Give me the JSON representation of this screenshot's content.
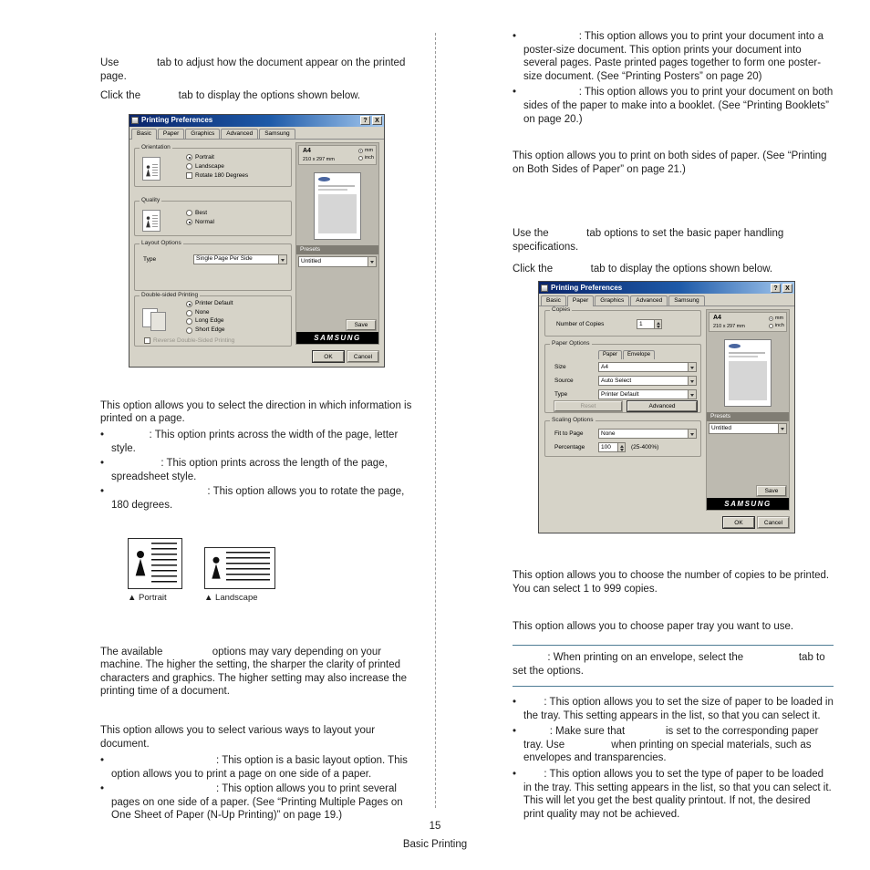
{
  "chars": {
    "bullet": "•"
  },
  "footer": {
    "page_number": "15",
    "page_title": "Basic Printing"
  },
  "figures": {
    "portrait_label": "▲ Portrait",
    "landscape_label": "▲ Landscape"
  },
  "left": {
    "intro1": "Use             tab to adjust how the document appear on the printed page.",
    "intro2": "Click the             tab to display the options shown below.",
    "orientation_text": "This option allows you to select the direction in which information is printed on a page.",
    "orientation_bullets": [
      "             : This option prints across the width of the page, letter style.",
      "                 : This option prints across the length of the page, spreadsheet style.",
      "                                 : This option allows you to rotate the page, 180 degrees."
    ],
    "quality_text": "The available                 options may vary depending on your machine. The higher the setting, the sharper the clarity of printed characters and graphics. The higher setting may also increase the printing time of a document.",
    "layout_text": "This option allows you to select various ways to layout your document.",
    "layout_bullets": [
      "                                    : This option is a basic layout option. This option allows you to print a page on one side of a paper.",
      "                                    : This option allows you to print several pages on one side of a paper. (See “Printing Multiple Pages on One Sheet of Paper (N-Up Printing)” on page 19.)"
    ]
  },
  "right": {
    "poster_bullets": [
      "                   : This option allows you to print your document into a poster-size document. This option prints your document into several pages. Paste printed pages together to form one poster-size document. (See “Printing Posters” on page 20)",
      "                   : This option allows you to print your document on both sides of the paper to make into a booklet. (See “Printing Booklets” on page 20.)"
    ],
    "duplex_text": "This option allows you to print on both sides of paper. (See “Printing on Both Sides of Paper” on page 21.)",
    "paper_intro1": "Use the             tab options to set the basic paper handling specifications.",
    "paper_intro2": "Click the             tab to display the options shown below.",
    "copies_text": "This option allows you to choose the number of copies to be printed. You can select 1 to 999 copies.",
    "source_text": "This option allows you to choose paper tray you want to use.",
    "note_text": "            : When printing on an envelope, select the                   tab to set the options.",
    "paper_bullets": [
      "       : This option allows you to set the size of paper to be loaded in the tray. This setting appears in the list, so that you can select it.",
      "         : Make sure that              is set to the corresponding paper tray. Use                when printing on special materials, such as envelopes and transparencies.",
      "       : This option allows you to set the type of paper to be loaded in the tray. This setting appears in the list, so that you can select it. This will let you get the best quality printout. If not, the desired print quality may not be achieved."
    ]
  },
  "dialog_common": {
    "title": "Printing Preferences",
    "help_glyph": "?",
    "close_glyph": "X",
    "tabs": [
      "Basic",
      "Paper",
      "Graphics",
      "Advanced",
      "Samsung"
    ],
    "ok": "OK",
    "cancel": "Cancel",
    "preview": {
      "paper_size": "A4",
      "paper_dims": "210 x 297 mm",
      "unit_mm": "mm",
      "unit_inch": "inch",
      "presets_label": "Presets",
      "presets_value": "Untitled",
      "save": "Save",
      "brand": "SAMSUNG"
    }
  },
  "dialog_basic": {
    "orientation": {
      "label": "Orientation",
      "portrait": "Portrait",
      "landscape": "Landscape",
      "rotate": "Rotate 180 Degrees"
    },
    "quality": {
      "label": "Quality",
      "best": "Best",
      "normal": "Normal"
    },
    "layout_options": {
      "label": "Layout Options",
      "type_label": "Type",
      "type_value": "Single Page Per Side"
    },
    "duplex": {
      "label": "Double-sided Printing",
      "printer_default": "Printer Default",
      "none": "None",
      "long_edge": "Long Edge",
      "short_edge": "Short Edge",
      "reverse": "Reverse Double-Sided Printing"
    }
  },
  "dialog_paper": {
    "copies": {
      "label": "Copies",
      "number_label": "Number of Copies",
      "value": "1"
    },
    "paper_options": {
      "label": "Paper Options",
      "subtab_paper": "Paper",
      "subtab_envelope": "Envelope",
      "size_label": "Size",
      "size_value": "A4",
      "source_label": "Source",
      "source_value": "Auto Select",
      "type_label": "Type",
      "type_value": "Printer Default",
      "reset": "Reset",
      "advanced": "Advanced"
    },
    "scaling": {
      "label": "Scaling Options",
      "fit_label": "Fit to Page",
      "fit_value": "None",
      "pct_label": "Percentage",
      "pct_value": "100",
      "pct_range": "(25-400%)"
    }
  }
}
